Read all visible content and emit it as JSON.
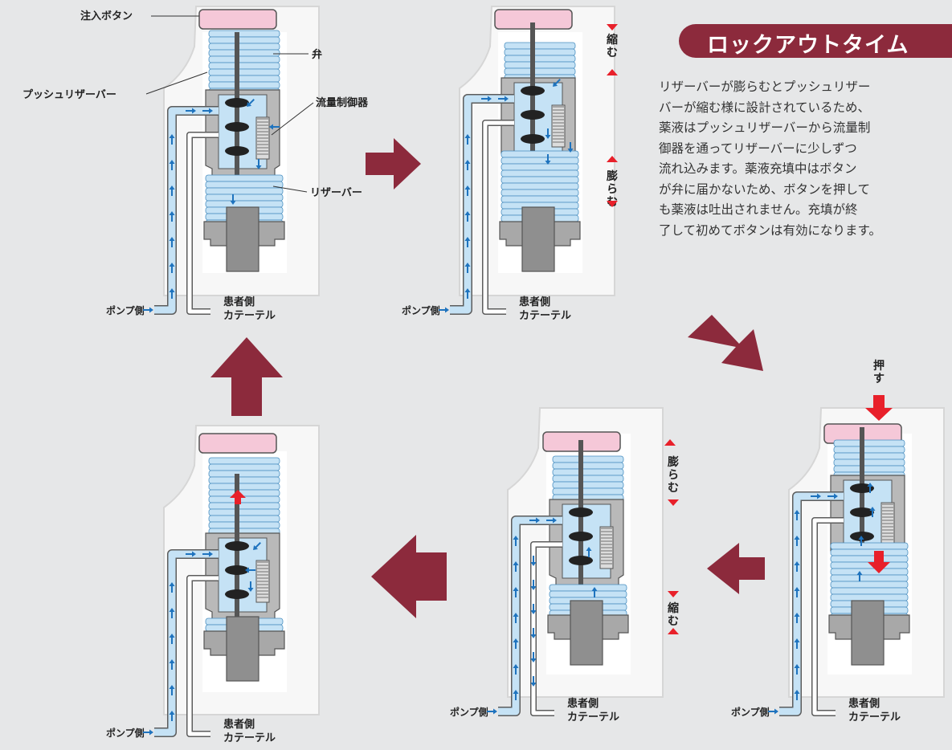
{
  "title": "ロックアウトタイム",
  "description_lines": [
    "リザーバーが膨らむとプッシュリザー",
    "バーが縮む様に設計されているため、",
    "薬液はプッシュリザーバーから流量制",
    "御器を通ってリザーバーに少しずつ",
    "流れ込みます。薬液充填中はボタン",
    "が弁に届かないため、ボタンを押して",
    "も薬液は吐出されません。充填が終",
    "了して初めてボタンは有効になります。"
  ],
  "part_labels": {
    "button": "注入ボタン",
    "valve": "弁",
    "push_reservoir": "プッシュリザーバー",
    "flow_controller": "流量制御器",
    "reservoir": "リザーバー"
  },
  "side_labels": {
    "pump": "ポンプ側",
    "patient_line1": "患者側",
    "patient_line2": "カテーテル"
  },
  "state_labels": {
    "shrink": "縮む",
    "expand": "膨らむ",
    "push": "押す"
  },
  "colors": {
    "maroon": "#8c2a3c",
    "pink": "#f5c8d8",
    "fluid": "#c5e2f5",
    "flow_arrow": "#1e73be",
    "red": "#e8202a",
    "gray": "#8a8a8a",
    "dark": "#444444"
  },
  "icons": [
    "flow-arrow-icon",
    "red-arrow-icon",
    "maroon-arrow-icon"
  ]
}
